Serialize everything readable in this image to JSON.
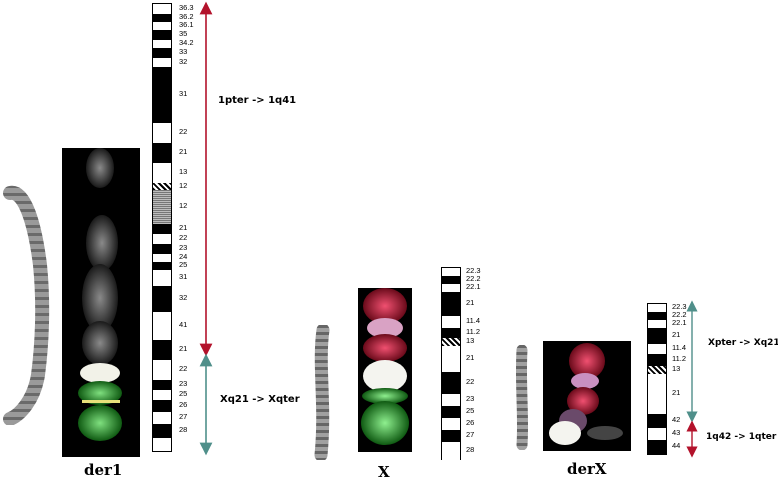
{
  "colors": {
    "red_arrow": "#b3122b",
    "teal_arrow": "#4f8f8a",
    "fish_green": "#35b535",
    "fish_red": "#c81e3c",
    "fish_yellow": "#e6e07a"
  },
  "der1": {
    "label": "der1",
    "bands": [
      "36.3",
      "36.2",
      "36.1",
      "35",
      "34.2",
      "33",
      "32",
      "31",
      "22",
      "21",
      "13",
      "12",
      "12",
      "21",
      "22",
      "23",
      "24",
      "25",
      "31",
      "32",
      "41",
      "21",
      "22",
      "23",
      "25",
      "26",
      "27",
      "28"
    ],
    "segments": [
      {
        "label": "1pter -> 1q41"
      },
      {
        "label": "Xq21 -> Xqter"
      }
    ]
  },
  "x": {
    "label": "X",
    "bands": [
      "22.3",
      "22.2",
      "22.1",
      "21",
      "11.4",
      "11.2",
      "13",
      "21",
      "22",
      "23",
      "25",
      "26",
      "27",
      "28"
    ]
  },
  "derx": {
    "label": "derX",
    "bands": [
      "22.3",
      "22.2",
      "22.1",
      "21",
      "11.4",
      "11.2",
      "13",
      "21",
      "42",
      "43",
      "44"
    ],
    "segments": [
      {
        "label": "Xpter -> Xq21"
      },
      {
        "label": "1q42 -> 1qter"
      }
    ]
  }
}
